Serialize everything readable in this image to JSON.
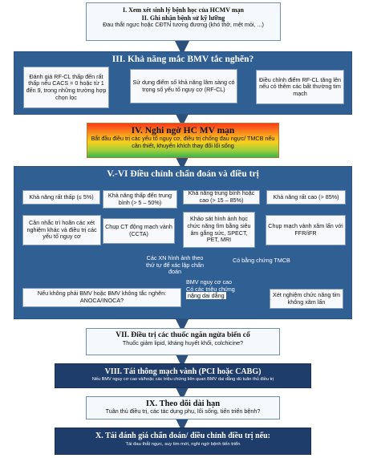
{
  "section1": {
    "line1": "I.  Xem xét sinh lý bệnh học của HCMV mạn",
    "line2": "II. Ghi nhận bệnh sử kỹ lưỡng",
    "line3": "Đau thắt ngực hoặc CĐTN tương đương (khó thở, mệt mỏi, ...)"
  },
  "section3": {
    "title": "III.  Khả năng mắc BMV tắc nghẽn?",
    "left": "Đánh giá RF-CL thấp đến rất thấp nếu CACS = 0 hoặc từ 1 đến 9, trong những trường hợp chọn lọc",
    "center": "Sử dụng điểm số khả năng lâm sàng có trọng số yếu tố nguy cơ (RF-CL)",
    "right": "Điều chỉnh điểm RF-CL tăng lên nếu có thêm các bất thường tim mạch"
  },
  "section4": {
    "title": "IV.  Nghi ngờ HC MV mạn",
    "text": "Bắt đầu điều trị các yếu tố nguy cơ, điều trị chống đau ngực/ TMCB nếu cần thiết, khuyến khích thay đổi lối sống"
  },
  "section5": {
    "title": "V.-VI Điều chỉnh chẩn đoán và điều trị",
    "prob_very_low": "Khả năng rất thấp (≤ 5%)",
    "prob_low": "Khả năng thấp đến trung bình (> 5 – 50%)",
    "prob_moderate": "Khả năng trung bình hoặc cao (> 15 – 85%)",
    "prob_high": "Khả năng rất cao (> 85%)",
    "act_defer": "Cân nhắc trì hoãn các xét nghiệm khác và điều trị các yếu tố nguy cơ",
    "act_ccta": "Chụp CT động mạch vành (CCTA)",
    "act_functional": "Khảo sát hình ảnh học chức năng tìm bằng siêu âm gắng sức, SPECT, PET, MRI",
    "act_ica": "Chụp mạch vành xâm lấn với FFR/iFR",
    "imaging_note": "Các XN hình ảnh theo thứ tự để xác lập chẩn đoán",
    "ischemia_note": "Có bằng chứng TMCB",
    "non_obstructive": "Nếu không phải BMV hoặc BMV không tắc nghẽn: ANOCA/INOCA?",
    "high_risk_line1": "BMV nguy cơ cao",
    "high_risk_line2": "Có các triệu chứng",
    "high_risk_line3": "nặng dai dẳng",
    "invasive_functional": "Xét nghiệm chức năng tim không xâm lấn"
  },
  "section7": {
    "title": "VII.    Điều trị các thuốc ngăn ngừa biến cố",
    "text": "Thuốc giảm lipid, kháng huyết khối, colchicine?"
  },
  "section8": {
    "title": "VIII. Tái thông mạch vành (PCI hoặc CABG)",
    "text": "Nếu BMV nguy cơ cao và/hoặc các triệu chứng liên quan BMV dai dẳng dù tuân thủ điều trị"
  },
  "section9": {
    "title": "IX.    Theo dõi dài hạn",
    "text": "Tuân thủ điều trị, các tác dụng phụ, lối sống, tiến triển bệnh?"
  },
  "section10": {
    "title": "X. Tái đánh giá chẩn đoán/ điều chỉnh điều trị nếu:",
    "text": "Tái đau thắt ngực, suy tim mới, nghi ngờ bệnh tiến triển"
  },
  "colors": {
    "navy": "#1f3d6b",
    "blue": "#2f5f93",
    "light": "#f5f8fc",
    "gradient_top": "#ff3a1a",
    "gradient_mid": "#f7d01a",
    "gradient_bottom": "#3cb34a"
  }
}
